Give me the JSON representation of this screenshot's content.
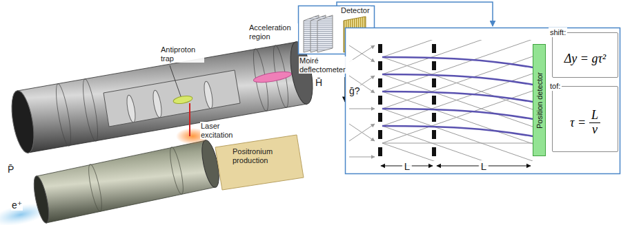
{
  "diagram": {
    "nodes": [
      {
        "text": [
          "Position detector"
        ]
      },
      {
        "text": [
          "shift:",
          "Δy = gτ²"
        ]
      },
      {
        "text": [
          "tof:",
          "τ =",
          "L",
          "v"
        ]
      }
    ],
    "labels": [
      "Antiproton trap",
      "Acceleration region",
      "Detector",
      "Moiré deflectometer",
      "H̄",
      "ḡ?",
      "Laser excitation",
      "Positronium production",
      "P̄",
      "e⁺",
      "L",
      "L"
    ]
  }
}
